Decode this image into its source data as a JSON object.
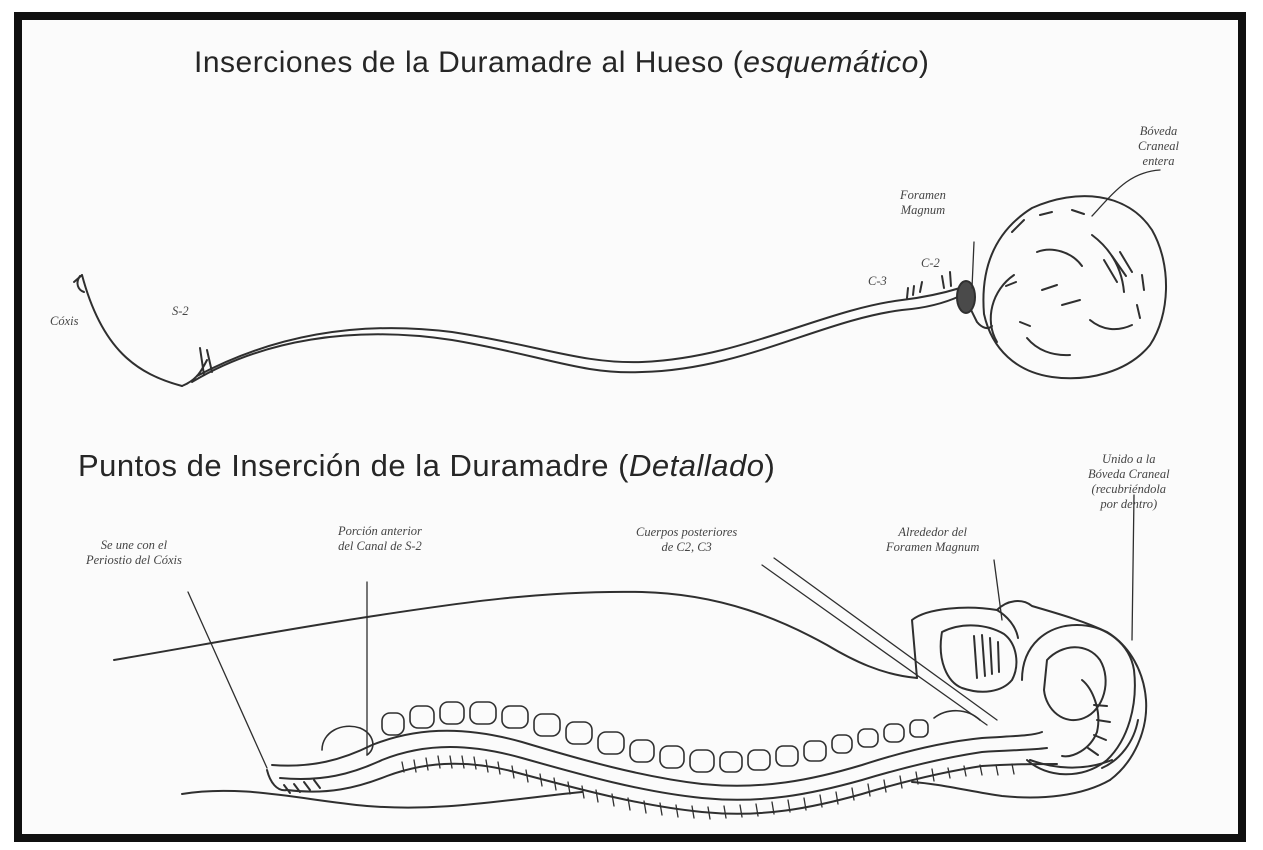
{
  "diagram_1": {
    "title_plain": "Inserciones de la Duramadre al Hueso (",
    "title_italic": "esquemático",
    "title_close": ")",
    "labels": {
      "coxis": "Cóxis",
      "s2": "S-2",
      "c3": "C-3",
      "c2": "C-2",
      "foramen_magnum": "Foramen\nMagnum",
      "boveda_craneal": "Bóveda\nCraneal\nentera"
    }
  },
  "diagram_2": {
    "title_plain": "Puntos de Inserción de la Duramadre (",
    "title_italic": "Detallado",
    "title_close": ")",
    "labels": {
      "periostio_coxis": "Se une con el\nPeriostio del Cóxis",
      "canal_s2": "Porción anterior\ndel Canal de S-2",
      "cuerpos_c2_c3": "Cuerpos posteriores\nde C2, C3",
      "foramen_magnum": "Alrededor del\nForamen Magnum",
      "boveda_craneal": "Unido a la\nBóveda Craneal\n(recubriéndola\npor dentro)"
    }
  },
  "colors": {
    "ink": "#2f2f2f",
    "border": "#101010",
    "paper": "#fbfbfb"
  }
}
